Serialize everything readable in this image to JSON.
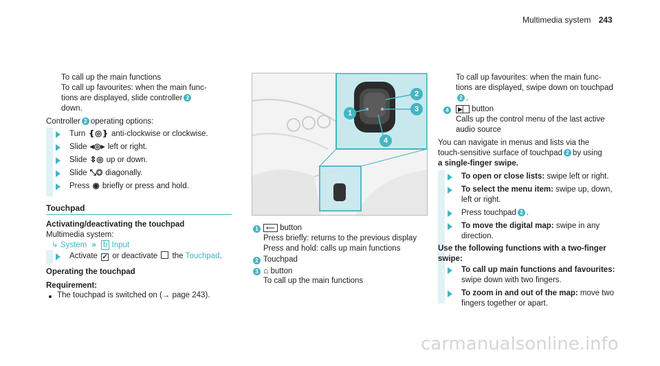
{
  "header": {
    "section": "Multimedia system",
    "page": "243"
  },
  "col1": {
    "lines": [
      "To call up the main functions",
      "To call up favourites: when the main func-",
      "tions are displayed, slide controller",
      "down."
    ],
    "controller_intro_a": "Controller",
    "controller_intro_b": "operating options:",
    "options": [
      {
        "a": "Turn",
        "b": "anti-clockwise or clockwise."
      },
      {
        "a": "Slide",
        "b": "left or right."
      },
      {
        "a": "Slide",
        "b": "up or down."
      },
      {
        "a": "Slide",
        "b": "diagonally."
      },
      {
        "a": "Press",
        "b": "briefly or press and hold."
      }
    ],
    "touchpad_heading": "Touchpad",
    "activating_heading": "Activating/deactivating the touchpad",
    "ms_label": "Multimedia system:",
    "path_system": "System",
    "path_input": "Input",
    "activate_a": "Activate",
    "activate_b": "or deactivate",
    "activate_c": "the",
    "activate_link": "Touchpad",
    "operating_heading": "Operating the touchpad",
    "requirement_heading": "Requirement:",
    "requirement_text": "The touchpad is switched on (→ page 243)."
  },
  "col2": {
    "items": [
      {
        "n": "1",
        "lines": [
          "button",
          "Press briefly: returns to the previous display",
          "Press and hold: calls up main functions"
        ]
      },
      {
        "n": "2",
        "lines": [
          "Touchpad"
        ]
      },
      {
        "n": "3",
        "lines": [
          "button",
          "To call up the main functions"
        ]
      }
    ]
  },
  "col3": {
    "intro": [
      "To call up favourites: when the main func-",
      "tions are displayed, swipe down on touchpad",
      "."
    ],
    "item4_n": "4",
    "item4_lines": [
      "button",
      "Calls up the control menu of the last active",
      "audio source"
    ],
    "nav_lines": [
      "You can navigate in menus and lists via the",
      "touch-sensitive surface of touchpad",
      "by using",
      "a single-finger swipe"
    ],
    "steps": [
      {
        "b": "To open or close lists:",
        "t": [
          "swipe left or right."
        ]
      },
      {
        "b": "To select the menu item:",
        "t": [
          "swipe up, down,",
          "left or right."
        ]
      },
      {
        "b": "",
        "t": [
          "Press touchpad",
          "."
        ]
      },
      {
        "b": "To move the digital map:",
        "t": [
          "swipe in any",
          "direction."
        ]
      }
    ],
    "two_finger_heading": [
      "Use the following functions with a two-finger",
      "swipe:"
    ],
    "steps2": [
      {
        "b": "To call up main functions and favourites:",
        "t": [
          "swipe down with two fingers."
        ]
      },
      {
        "b": "To zoom in and out of the map:",
        "t": [
          "move two",
          "fingers together or apart."
        ]
      }
    ]
  },
  "figure": {
    "callouts": [
      "1",
      "2",
      "3",
      "4"
    ]
  },
  "watermark": "carmanualsonline.info",
  "badge2": "2",
  "colors": {
    "accent": "#43b5c2",
    "tint": "#dff2f6"
  }
}
